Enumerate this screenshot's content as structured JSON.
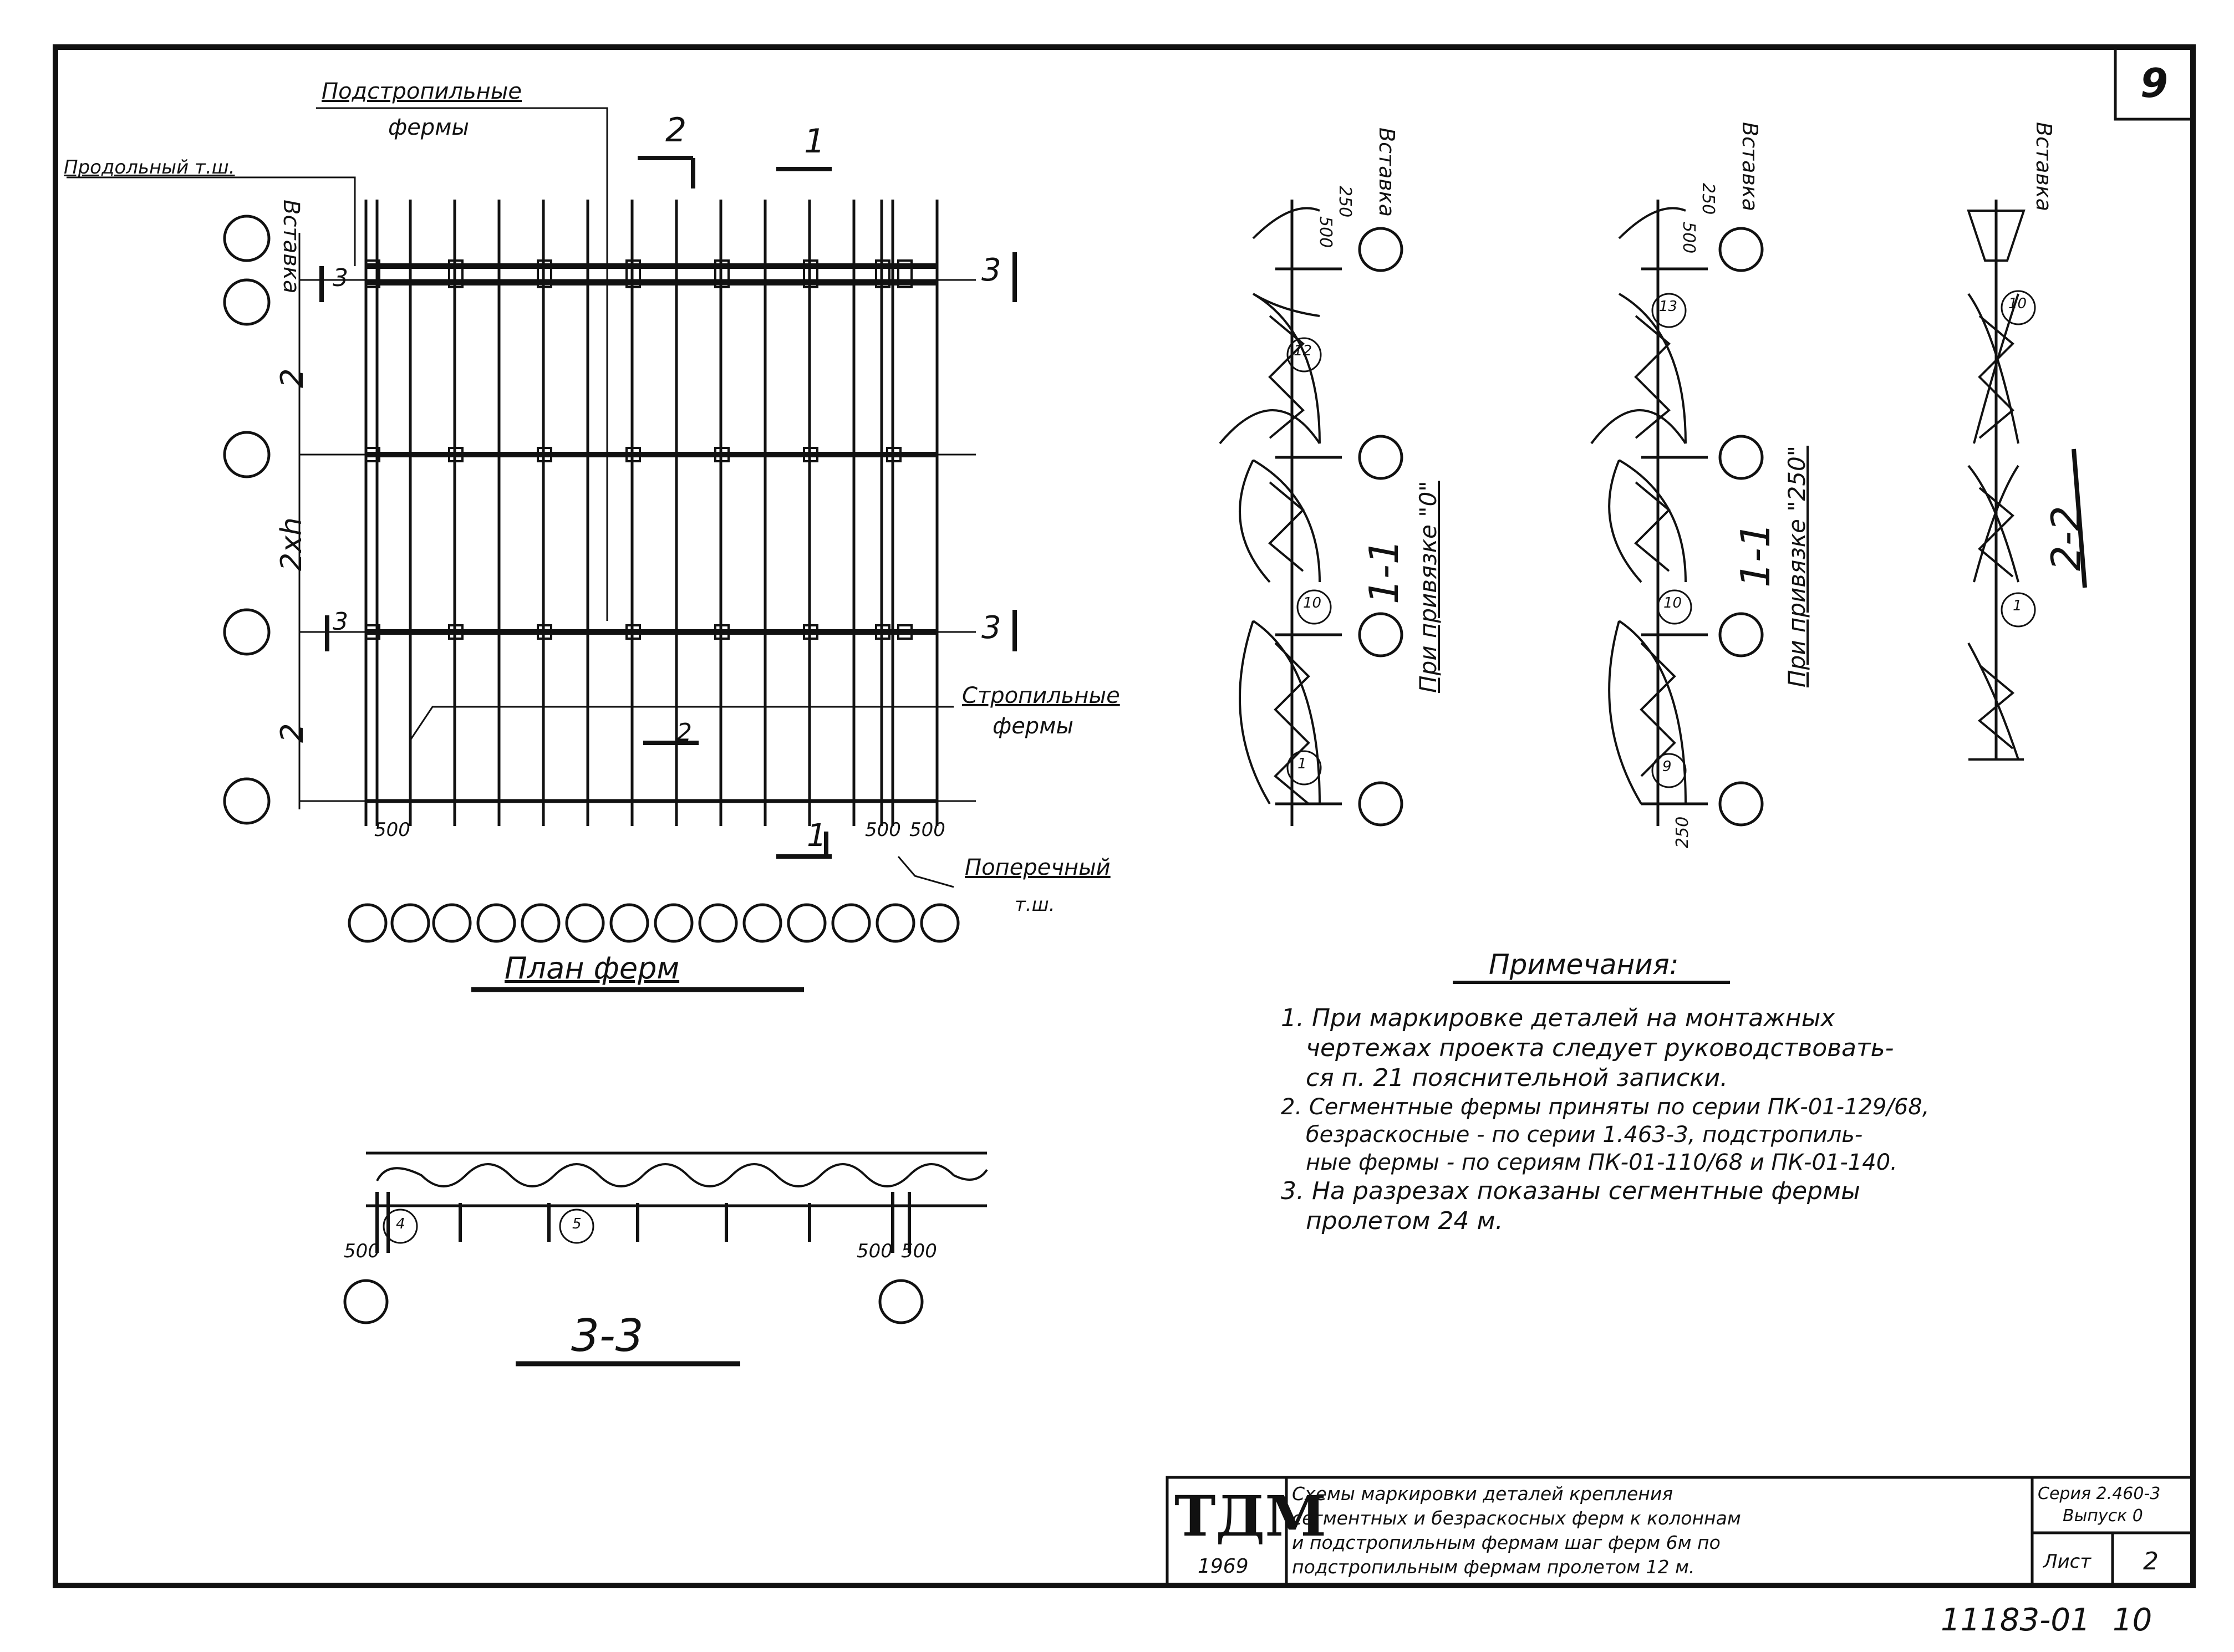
{
  "sheet": {
    "sheet_no": "9",
    "bottom_code": "11183-01",
    "bottom_page": "10"
  },
  "plan": {
    "title": "План ферм",
    "label_podstropilnye": "Подстропильные",
    "label_podstropilnye_2": "фермы",
    "label_prodolny": "Продольный т.ш.",
    "label_vstavka": "Вставка",
    "label_span_top": "2",
    "label_span_mid": "2xh",
    "label_span_bot": "2",
    "label_stropilnye": "Стропильные",
    "label_stropilnye_2": "фермы",
    "label_poperechny": "Поперечный",
    "label_poperechny_2": "т.ш.",
    "dim_500_left": "500",
    "dim_500_right_a": "500",
    "dim_500_right_b": "500",
    "cut_2": "2",
    "cut_1": "1",
    "cut_3": "3"
  },
  "section_11_a": {
    "title": "1-1",
    "subtitle": "При привязке \"0\"",
    "label_vstavka": "Вставка",
    "dim_250": "250",
    "dim_500": "500",
    "mark_top": "12",
    "mark_mid": "10",
    "mark_bot": "1"
  },
  "section_11_b": {
    "title": "1-1",
    "subtitle": "При привязке \"250\"",
    "label_vstavka": "Вставка",
    "dim_250": "250",
    "dim_500": "500",
    "dim_bot_250": "250",
    "mark_top": "13",
    "mark_mid": "10",
    "mark_bot": "9"
  },
  "section_22": {
    "title": "2-2",
    "label_vstavka": "Вставка",
    "mark_top": "10",
    "mark_mid": "1"
  },
  "section_33": {
    "title": "3-3",
    "dim_500_left": "500",
    "dim_500_right_a": "500",
    "dim_500_right_b": "500",
    "mark_a": "4",
    "mark_b": "5"
  },
  "notes": {
    "title": "Примечания:",
    "lines": [
      "1. При маркировке деталей на монтажных",
      "чертежах проекта следует руководствовать-",
      "ся п. 21 пояснительной записки.",
      "2. Сегментные фермы приняты по серии ПК-01-129/68,",
      "безраскосные - по серии 1.463-3, подстропиль-",
      "ные фермы - по сериям ПК-01-110/68 и ПК-01-140.",
      "3. На разрезах показаны сегментные фермы",
      "пролетом 24 м."
    ]
  },
  "title_block": {
    "logo": "ТДМ",
    "year": "1969",
    "desc_lines": [
      "Схемы маркировки деталей крепления",
      "сегментных и безраскосных ферм к колоннам",
      "и подстропильным фермам шаг ферм 6м по",
      "подстропильным фермам пролетом 12 м."
    ],
    "series": "Серия 2.460-3",
    "issue": "Выпуск 0",
    "sheet_label": "Лист",
    "sheet_value": "2"
  }
}
